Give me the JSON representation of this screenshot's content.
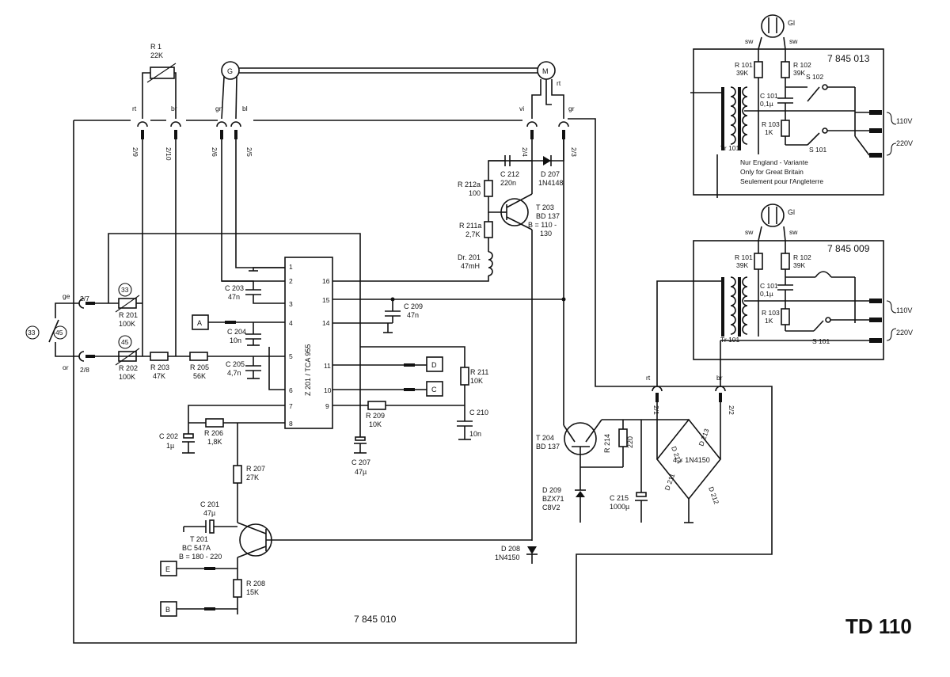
{
  "title": "TD 110",
  "main_board_number": "7 845 010",
  "transformer_board_1": {
    "number": "7 845 013",
    "R101": "R 101",
    "R101_val": "39K",
    "R102": "R 102",
    "R102_val": "39K",
    "C101": "C 101",
    "C101_val": "0,1µ",
    "R103": "R 103",
    "R103_val": "1K",
    "S102": "S 102",
    "S101": "S 101",
    "Tr101": "Tr 101",
    "v110": "110V",
    "v220": "220V",
    "note_de": "Nur England - Variante",
    "note_en": "Only for Great Britain",
    "note_fr": "Seulement pour l'Angleterre",
    "lamp": "Gl",
    "sw_left": "sw",
    "sw_right": "sw"
  },
  "transformer_board_2": {
    "number": "7 845 009",
    "R101": "R 101",
    "R101_val": "39K",
    "R102": "R 102",
    "R102_val": "39K",
    "C101": "C 101",
    "C101_val": "0,1µ",
    "R103": "R 103",
    "R103_val": "1K",
    "S101": "S 101",
    "Tr101": "Tr 101",
    "v110": "110V",
    "v220": "220V",
    "lamp": "Gl",
    "sw_left": "sw",
    "sw_right": "sw"
  },
  "components": {
    "R1": "R 1",
    "R1_val": "22K",
    "G": "G",
    "M": "M",
    "IC": "Z 201 / TCA 955",
    "R201": "R 201",
    "R201_val": "100K",
    "R202": "R 202",
    "R202_val": "100K",
    "R203": "R 203",
    "R203_val": "47K",
    "R205": "R 205",
    "R205_val": "56K",
    "R206": "R 206",
    "R206_val": "1,8K",
    "R207": "R 207",
    "R207_val": "27K",
    "R208": "R 208",
    "R208_val": "15K",
    "R209": "R 209",
    "R209_val": "10K",
    "R211": "R 211",
    "R211_val": "10K",
    "R211a": "R 211a",
    "R211a_val": "2,7K",
    "R212a": "R 212a",
    "R212a_val": "100",
    "R214": "R 214",
    "R214_val": "220",
    "C201": "C 201",
    "C201_val": "47µ",
    "C202": "C 202",
    "C202_val": "1µ",
    "C203": "C 203",
    "C203_val": "47n",
    "C204": "C 204",
    "C204_val": "10n",
    "C205": "C 205",
    "C205_val": "4,7n",
    "C207": "C 207",
    "C207_val": "47µ",
    "C209": "C 209",
    "C209_val": "47n",
    "C210": "C 210",
    "C210_val": "10n",
    "C212": "C 212",
    "C212_val": "220n",
    "C215": "C 215",
    "C215_val": "1000µ",
    "D207": "D 207",
    "D207_val": "1N4148",
    "D208": "D 208",
    "D208_val": "1N4150",
    "D209": "D 209",
    "D209_val": "BZX71",
    "D209_val2": "C8V2",
    "D211": "D 211",
    "D212": "D 212",
    "D213": "D 213",
    "D214": "D 214",
    "bridge": "4 × 1N4150",
    "Dr201": "Dr. 201",
    "Dr201_val": "47mH",
    "T201": "T 201",
    "T201_val": "BC 547A",
    "T201_beta": "B = 180 - 220",
    "T203": "T 203",
    "T203_val": "BD 137",
    "T203_beta": "B = 110 -",
    "T203_beta2": "130",
    "T204": "T 204",
    "T204_val": "BD 137",
    "speed33_a": "33",
    "speed45": "45",
    "speed33_b": "33",
    "speed45_b": "45"
  },
  "connectors": {
    "p29": "2/9",
    "p210": "2/10",
    "p26": "2/6",
    "p25": "2/5",
    "p24": "2/4",
    "p23": "2/3",
    "p27": "2/7",
    "p28": "2/8",
    "p21": "2/1",
    "p22": "2/2",
    "rt": "rt",
    "br": "br",
    "gn": "gn",
    "bl": "bl",
    "vi": "vi",
    "gr": "gr",
    "rt_m": "rt",
    "ge": "ge",
    "or": "or",
    "rt_b": "rt",
    "br_b": "br"
  },
  "ic_pins": [
    "1",
    "2",
    "3",
    "4",
    "5",
    "6",
    "7",
    "8",
    "16",
    "15",
    "14",
    "11",
    "10",
    "9"
  ],
  "test_points": [
    "A",
    "B",
    "C",
    "D",
    "E"
  ]
}
